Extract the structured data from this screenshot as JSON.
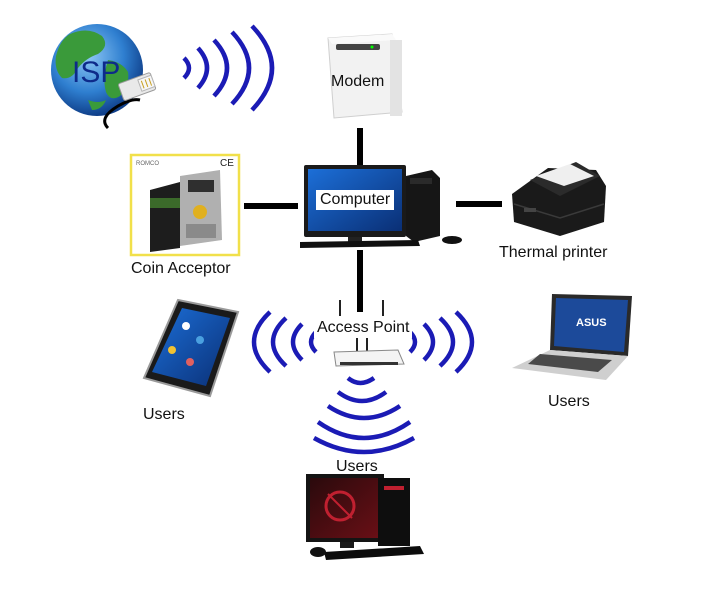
{
  "labels": {
    "isp": "ISP",
    "modem": "Modem",
    "computer": "Computer",
    "coin_acceptor": "Coin Acceptor",
    "thermal_printer": "Thermal printer",
    "access_point": "Access Point",
    "users_phone": "Users",
    "users_laptop": "Users",
    "users_desktop": "Users"
  },
  "laptop_brand": "ASUS",
  "colors": {
    "wifi_waves": "#1b1bb5",
    "connector_lines": "#000000",
    "globe_ocean": "#2f7fd0",
    "globe_land": "#3a9a3a"
  }
}
